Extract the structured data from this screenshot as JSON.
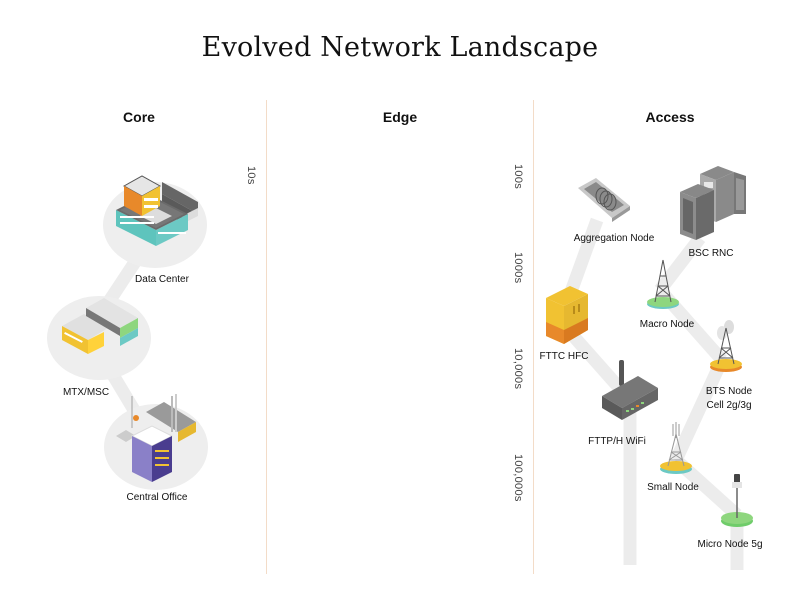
{
  "title": "Evolved Network Landscape",
  "columns": [
    {
      "label": "Core"
    },
    {
      "label": "Edge"
    },
    {
      "label": "Access"
    }
  ],
  "scale": {
    "core": [
      "10s"
    ],
    "access": [
      "100s",
      "1000s",
      "10,000s",
      "100,000s"
    ]
  },
  "nodes": {
    "data_center": {
      "label": "Data Center",
      "icon": "data-center-icon"
    },
    "mtx_msc": {
      "label": "MTX/MSC",
      "icon": "mtx-building-icon"
    },
    "central_office": {
      "label": "Central Office",
      "icon": "central-office-icon"
    },
    "aggregation_node": {
      "label": "Aggregation Node",
      "icon": "aggregation-node-icon"
    },
    "bsc_rnc": {
      "label": "BSC RNC",
      "icon": "server-rack-icon"
    },
    "macro_node": {
      "label": "Macro Node",
      "icon": "cell-tower-icon"
    },
    "fttc_hfc": {
      "label": "FTTC HFC",
      "icon": "street-cabinet-icon"
    },
    "bts_node": {
      "label": "BTS Node",
      "sublabel": "Cell 2g/3g",
      "icon": "bts-tower-icon"
    },
    "fttph_wifi": {
      "label": "FTTP/H WiFi",
      "icon": "wifi-router-icon"
    },
    "small_node": {
      "label": "Small Node",
      "icon": "small-cell-tower-icon"
    },
    "micro_node": {
      "label": "Micro Node 5g",
      "icon": "micro-antenna-icon"
    }
  },
  "colors": {
    "divider": "#f3dcc8",
    "path": "#ececec",
    "blob": "#eeeeee",
    "teal": "#6cc9c4",
    "yellow": "#f1c232",
    "orange": "#e8892a",
    "purple": "#4a3d8f",
    "green": "#8ed67e",
    "grey": "#6e6e6e"
  }
}
